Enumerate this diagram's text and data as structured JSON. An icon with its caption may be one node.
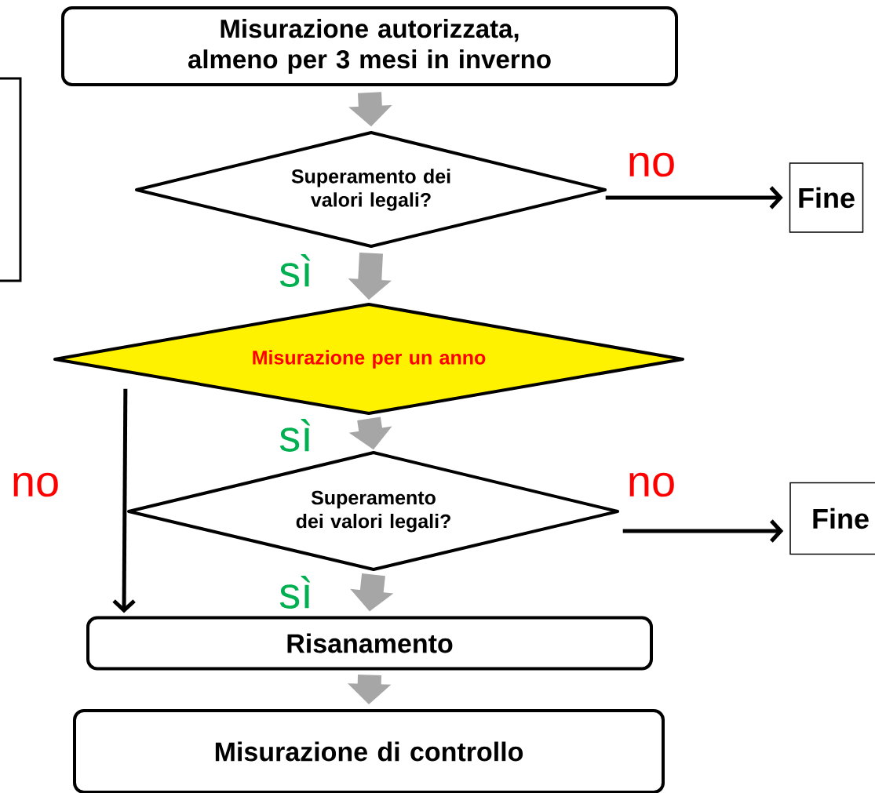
{
  "diagram": {
    "nodes": [
      {
        "text": [
          "Misurazione autorizzata, almeno per 3 mesi in inverno"
        ]
      },
      {
        "text": [
          "Superamento dei valori legali?"
        ]
      },
      {
        "text": [
          "Fine"
        ]
      },
      {
        "text": [
          "Misurazione per un anno"
        ]
      },
      {
        "text": [
          "Superamento dei valori legali?"
        ]
      },
      {
        "text": [
          "Fine"
        ]
      },
      {
        "text": [
          "Risanamento"
        ]
      },
      {
        "text": [
          "Misurazione di controllo"
        ]
      },
      {
        "text": [],
        "shape": "box"
      }
    ],
    "edges": [
      {
        "from": 0,
        "to": 1,
        "arrow": "to"
      },
      {
        "from": 1,
        "to": 2,
        "arrow": "to",
        "label": "no",
        "color": "#000000"
      },
      {
        "from": 1,
        "to": 3,
        "arrow": "to",
        "label": "sì"
      },
      {
        "from": 3,
        "to": 4,
        "arrow": "to",
        "label": "sì"
      },
      {
        "from": 4,
        "to": 5,
        "arrow": "to",
        "label": "no",
        "color": "#000000"
      },
      {
        "from": 3,
        "to": 6,
        "arrow": "to",
        "label": "no",
        "color": "#000000"
      },
      {
        "from": 4,
        "to": 6,
        "arrow": "to",
        "label": "sì"
      },
      {
        "from": 6,
        "to": 7,
        "arrow": "to"
      }
    ]
  }
}
